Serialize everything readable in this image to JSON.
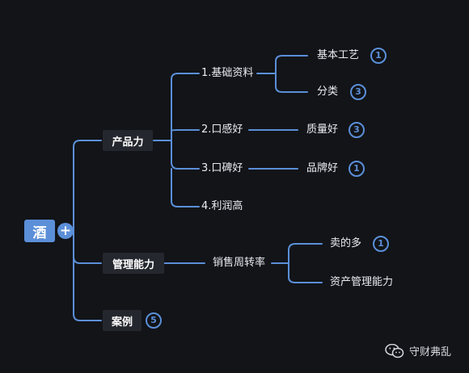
{
  "root": {
    "label": "酒",
    "expand_symbol": "+"
  },
  "branches": {
    "product": {
      "label": "产品力",
      "children": {
        "basic": {
          "label": "1.基础资料"
        },
        "craft": {
          "label": "基本工艺",
          "badge": "1"
        },
        "category": {
          "label": "分类",
          "badge": "3"
        },
        "taste": {
          "label": "2.口感好"
        },
        "quality": {
          "label": "质量好",
          "badge": "3"
        },
        "reputation": {
          "label": "3.口碑好"
        },
        "brand": {
          "label": "品牌好",
          "badge": "1"
        },
        "profit": {
          "label": "4.利润高"
        }
      }
    },
    "management": {
      "label": "管理能力",
      "children": {
        "turnover": {
          "label": "销售周转率"
        },
        "sell": {
          "label": "卖的多",
          "badge": "1"
        },
        "asset": {
          "label": "资产管理能力"
        }
      }
    },
    "cases": {
      "label": "案例",
      "badge": "5"
    }
  },
  "watermark": {
    "text": "守财弗乱",
    "icon": "wechat-icon"
  },
  "colors": {
    "background": "#121418",
    "accent": "#5b8fd8",
    "node_box": "#24272d",
    "text": "#e9ecf1"
  }
}
